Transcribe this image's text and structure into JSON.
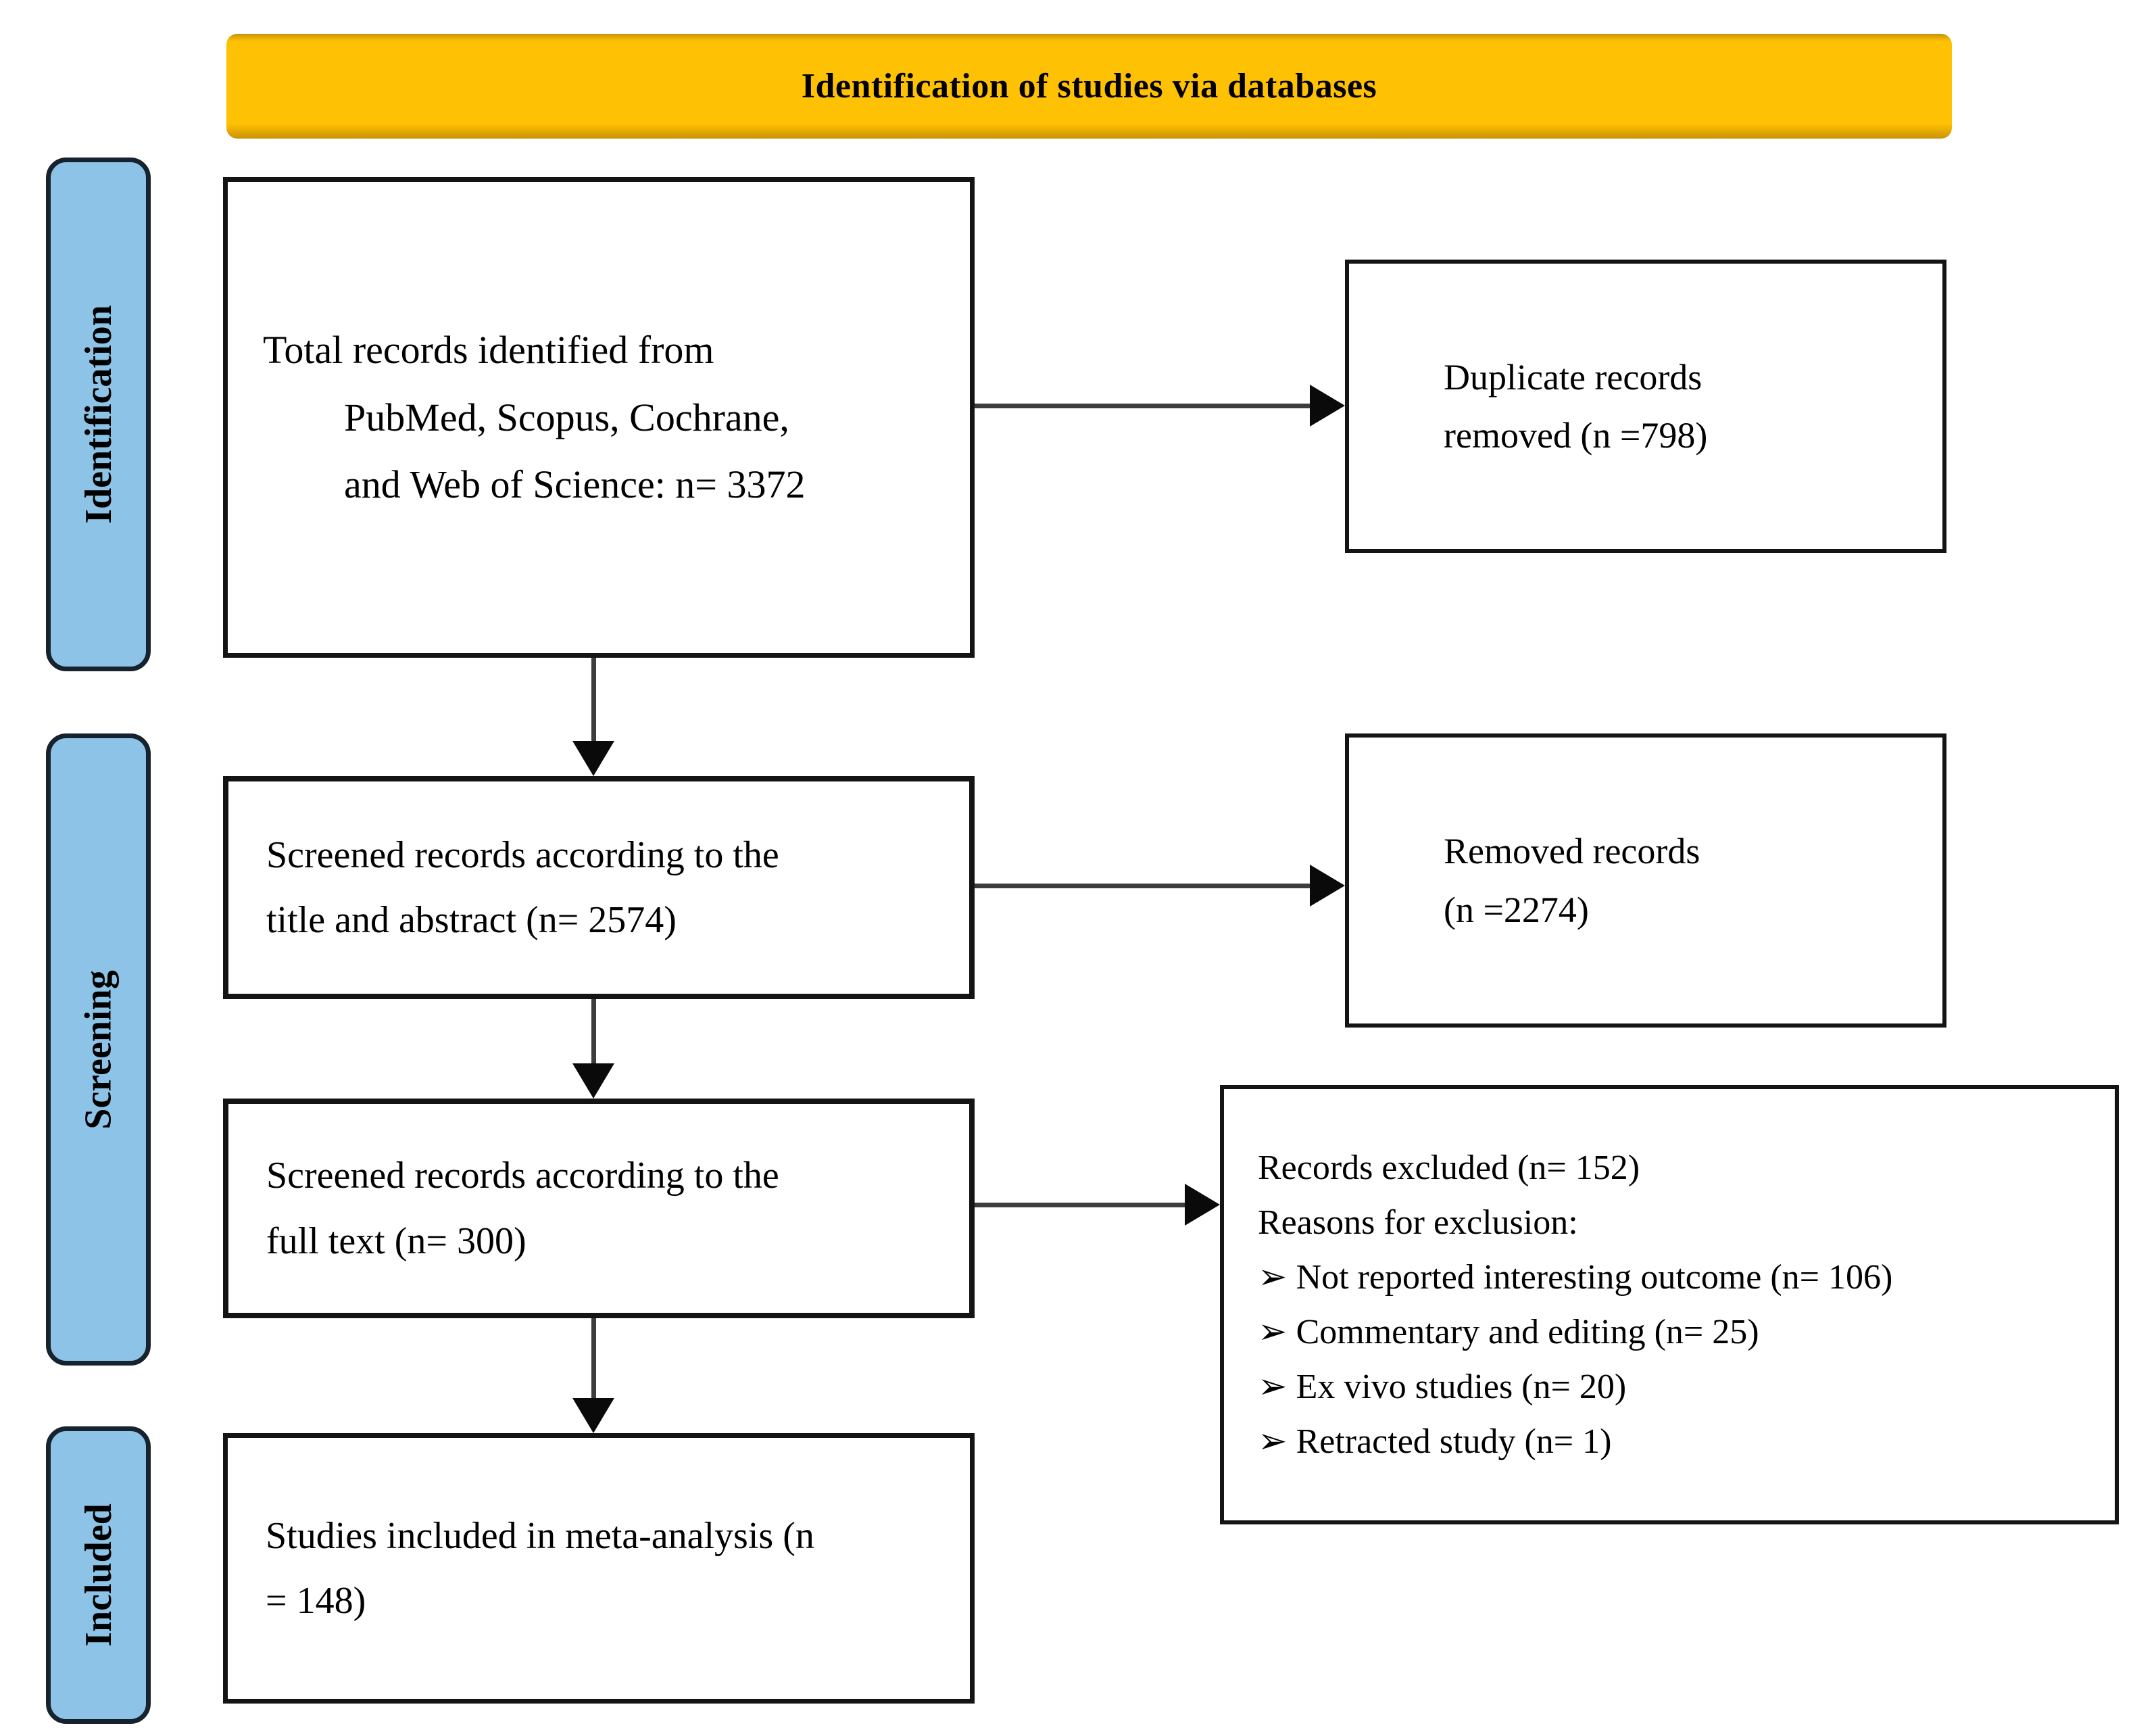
{
  "banner": {
    "title": "Identification of studies via databases"
  },
  "stages": [
    {
      "label": "Identification"
    },
    {
      "label": "Screening"
    },
    {
      "label": "Included"
    }
  ],
  "boxes": {
    "identified": {
      "lines": [
        "Total records identified from",
        "PubMed, Scopus, Cochrane,",
        "and Web of Science: n= 3372"
      ]
    },
    "duplicates_removed": {
      "lines": [
        "Duplicate records",
        "removed (n =798)"
      ]
    },
    "screened_title_abstract": {
      "lines": [
        "Screened records according to the",
        "title and abstract (n= 2574)"
      ]
    },
    "records_removed": {
      "lines": [
        "Removed records",
        "(n =2274)"
      ]
    },
    "screened_full_text": {
      "lines": [
        "Screened records according to the",
        "full text (n= 300)"
      ]
    },
    "records_excluded": {
      "lines": [
        "Records excluded (n= 152)",
        "Reasons for exclusion:",
        "➢ Not reported interesting outcome (n= 106)",
        "➢ Commentary and editing (n= 25)",
        "➢ Ex vivo studies (n= 20)",
        "➢ Retracted study (n= 1)"
      ]
    },
    "included_meta_analysis": {
      "lines": [
        "Studies included in meta-analysis (n",
        "= 148)"
      ]
    }
  },
  "colors": {
    "banner_bg": "#FFC103",
    "banner_edge": "#C8920A",
    "stage_bg": "#8DC3E6",
    "stage_border": "#16222E",
    "box_border": "#141414",
    "arrow_line": "#3D3D3D",
    "arrow_head": "#0A0A0A",
    "text": "#000000"
  }
}
